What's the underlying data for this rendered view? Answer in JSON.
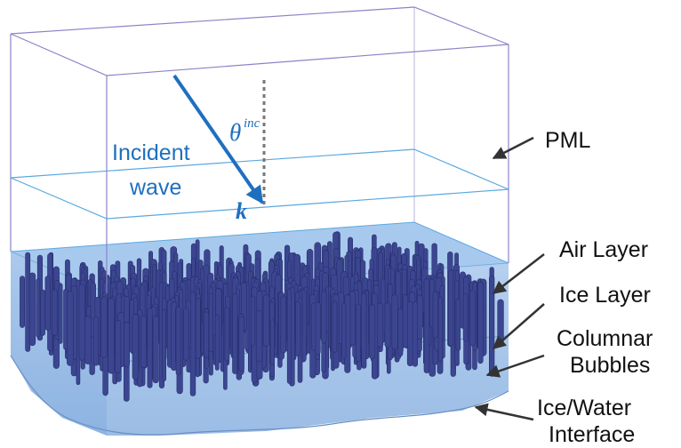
{
  "labels": {
    "pml": "PML",
    "air_layer": "Air Layer",
    "ice_layer": "Ice Layer",
    "columnar_line1": "Columnar",
    "columnar_line2": "Bubbles",
    "interface_line1": "Ice/Water",
    "interface_line2": "Interface"
  },
  "incident": {
    "line1": "Incident",
    "line2": "wave",
    "theta": "θ",
    "theta_sup": "inc",
    "k": "k"
  },
  "colors": {
    "box_edge": "#8a84c8",
    "pml_edge": "#5aa8e0",
    "ice_fill": "#8ab4e4",
    "bubble": "#3c4690",
    "bubble_dark": "#262e6c",
    "arrow_blue": "#1f6fbf",
    "pointer": "#333333"
  },
  "icons": {
    "pointer": "arrow-pointer-icon",
    "wave_vector": "wave-vector-arrow-icon"
  }
}
